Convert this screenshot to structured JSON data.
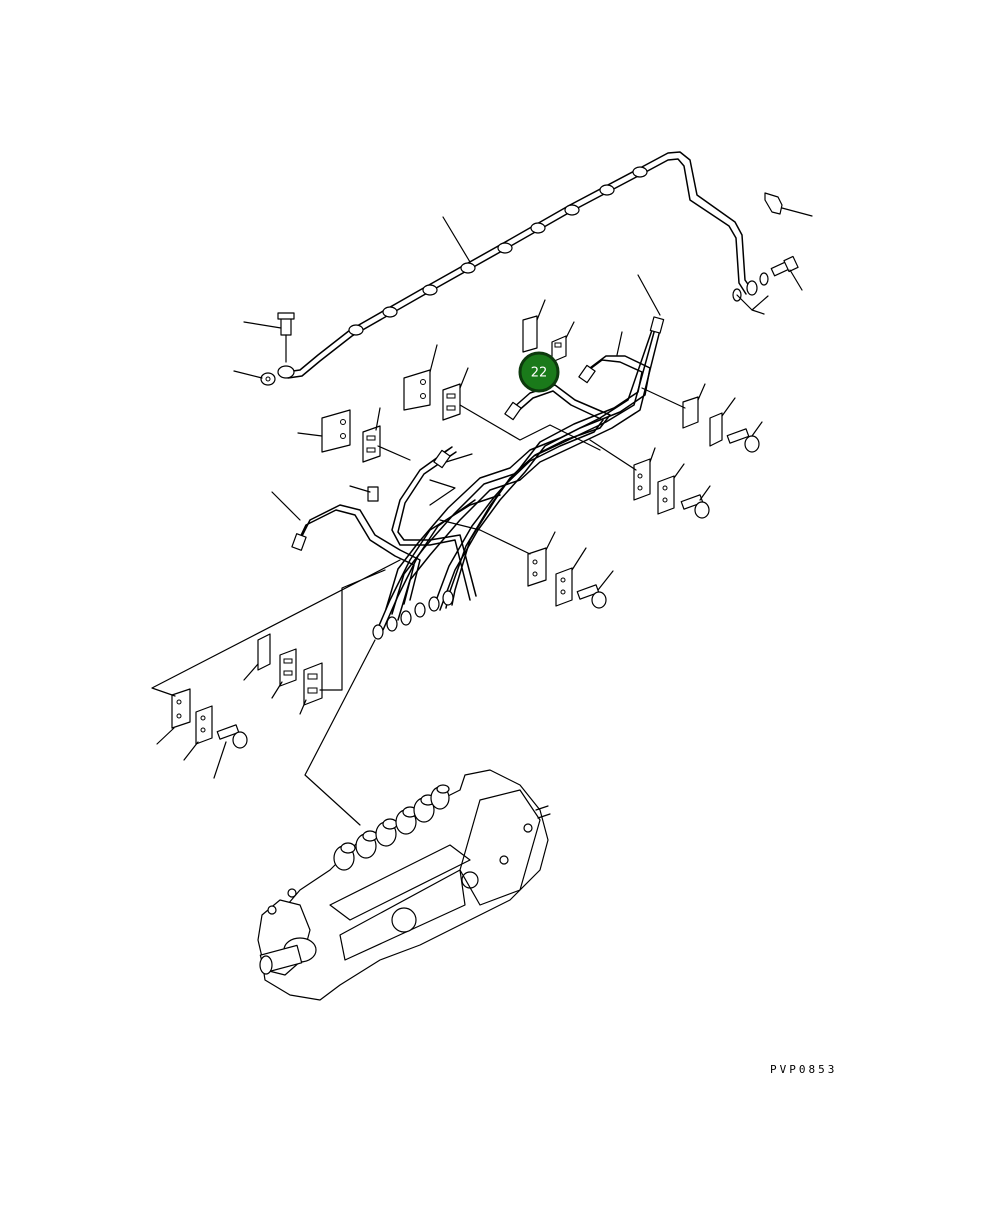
{
  "drawing_code": "PVP0853",
  "callouts": [
    {
      "label": "22",
      "color": "#1a7a1a"
    }
  ],
  "icons": [
    "fuel-injection-pump",
    "fuel-injection-tubes",
    "clamp-plates",
    "bolts"
  ]
}
